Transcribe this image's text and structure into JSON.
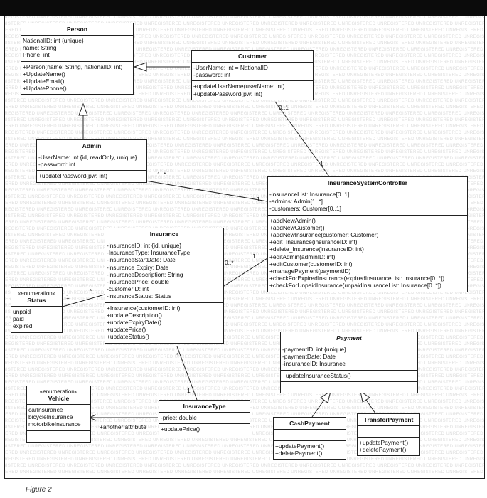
{
  "caption": "Figure 2",
  "watermark": "UNREGISTERED",
  "classes": {
    "person": {
      "name": "Person",
      "attrs": [
        "NationalID: int {unique}",
        "name: String",
        "Phone: int"
      ],
      "ops": [
        "+Person(name: String, nationalID: int)",
        "+UpdateName()",
        "+UpdateEmail()",
        "+UpdatePhone()"
      ]
    },
    "customer": {
      "name": "Customer",
      "attrs": [
        "-UserName: int = NationalID",
        "-password: int"
      ],
      "ops": [
        "+updateUserName(userName: int)",
        "+updatePassword(pw: int)"
      ]
    },
    "admin": {
      "name": "Admin",
      "attrs": [
        "-UserName: int {id, readOnly, unique}",
        "-password: int"
      ],
      "ops": [
        "+updatePassword(pw: int)"
      ]
    },
    "controller": {
      "name": "InsuranceSystemController",
      "attrs": [
        "-insuranceList: Insurance[0..1]",
        "-admins: Admin[1..*]",
        "-customers: Customer[0..1]"
      ],
      "ops": [
        "+addNewAdmin()",
        "+addNewCustomer()",
        "+addNewInsurance(customer: Customer)",
        "+edit_Insurance(insuranceID: int)",
        "+delete_Insurance(insuranceID: int)",
        "+editAdmin(adminID: int)",
        "+editCustomer(customerID: int)",
        "+managePayment(paymentID)",
        "+checkForExpiredInsurance(expiredInsuranceList: Insurance[0..*])",
        "+checkForUnpaidInsurance(unpaidInsuranceList: Insurance[0..*])"
      ]
    },
    "insurance": {
      "name": "Insurance",
      "attrs": [
        "-insuranceID: int {id, unique}",
        "-InsuranceType: InsuranceType",
        "-insuranceStartDate: Date",
        "-insurance Expiry: Date",
        "-insuranceDescription: String",
        "-insurancePrice: double",
        "-customerID: int",
        "-insuranceStatus: Status"
      ],
      "ops": [
        "+Insurance(customerID: int)",
        "+updateDescription()",
        "+updateExpiryDate()",
        "+updatePrice()",
        "+updateStatus()"
      ]
    },
    "status": {
      "stereotype": "«enumeration»",
      "name": "Status",
      "attrs": [
        "unpaid",
        "paid",
        "expired"
      ]
    },
    "payment": {
      "name": "Payment",
      "attrs": [
        "-paymentID: int {unique}",
        "-paymentDate: Date",
        "-insuranceID: Insurance"
      ],
      "ops": [
        "+updateInsuranceStatus()"
      ]
    },
    "vehicle": {
      "stereotype": "«enumeration»",
      "name": "Vehicle",
      "attrs": [
        "carInsurance",
        "bicycleInsurance",
        "motorbikeInsurance"
      ]
    },
    "insuranceType": {
      "name": "InsuranceType",
      "attrs": [
        "-price: double"
      ],
      "ops": [
        "+updatePrice()"
      ]
    },
    "cashPayment": {
      "name": "CashPayment",
      "ops": [
        "+updatePayment()",
        "+deletePayment()"
      ]
    },
    "transferPayment": {
      "name": "TransferPayment",
      "ops": [
        "+updatePayment()",
        "+deletePayment()"
      ]
    }
  },
  "multiplicities": {
    "customer_ctrl_a": "0..1",
    "customer_ctrl_b": "1",
    "admin_ctrl_a": "1..*",
    "admin_ctrl_b": "1",
    "ins_ctrl_a": "0..*",
    "ins_ctrl_b": "1",
    "status_ins_a": "1",
    "status_ins_b": "*",
    "ins_type_a": "*",
    "ins_type_b": "1"
  },
  "notes": {
    "another_attribute": "+another attribute"
  }
}
